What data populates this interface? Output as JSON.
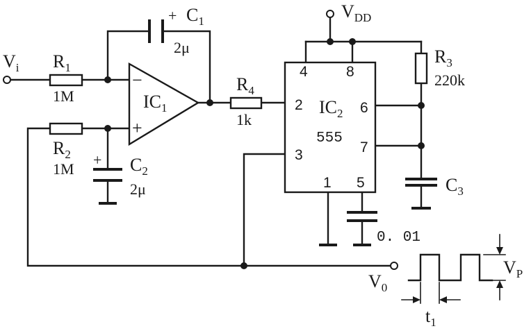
{
  "nodes": {
    "vi": "V",
    "vi_sub": "i",
    "vdd": "V",
    "vdd_sub": "DD",
    "vo": "V",
    "vo_sub": "0",
    "vp": "V",
    "vp_sub": "P",
    "t1": "t",
    "t1_sub": "1"
  },
  "components": {
    "r1": {
      "name": "R",
      "sub": "1",
      "value": "1M"
    },
    "r2": {
      "name": "R",
      "sub": "2",
      "value": "1M"
    },
    "r3": {
      "name": "R",
      "sub": "3",
      "value": "220k"
    },
    "r4": {
      "name": "R",
      "sub": "4",
      "value": "1k"
    },
    "c1": {
      "name": "C",
      "sub": "1",
      "value": "2μ",
      "polarity": "+"
    },
    "c2": {
      "name": "C",
      "sub": "2",
      "value": "2μ",
      "polarity": "+"
    },
    "c3": {
      "name": "C",
      "sub": "3"
    },
    "c_ctrl": {
      "value": "0. 01"
    },
    "ic1": {
      "name": "IC",
      "sub": "1",
      "minus": "−",
      "plus": "+"
    },
    "ic2": {
      "name": "IC",
      "sub": "2",
      "part": "555",
      "pins": {
        "p4": "4",
        "p8": "8",
        "p2": "2",
        "p6": "6",
        "p7": "7",
        "p3": "3",
        "p1": "1",
        "p5": "5"
      }
    }
  }
}
